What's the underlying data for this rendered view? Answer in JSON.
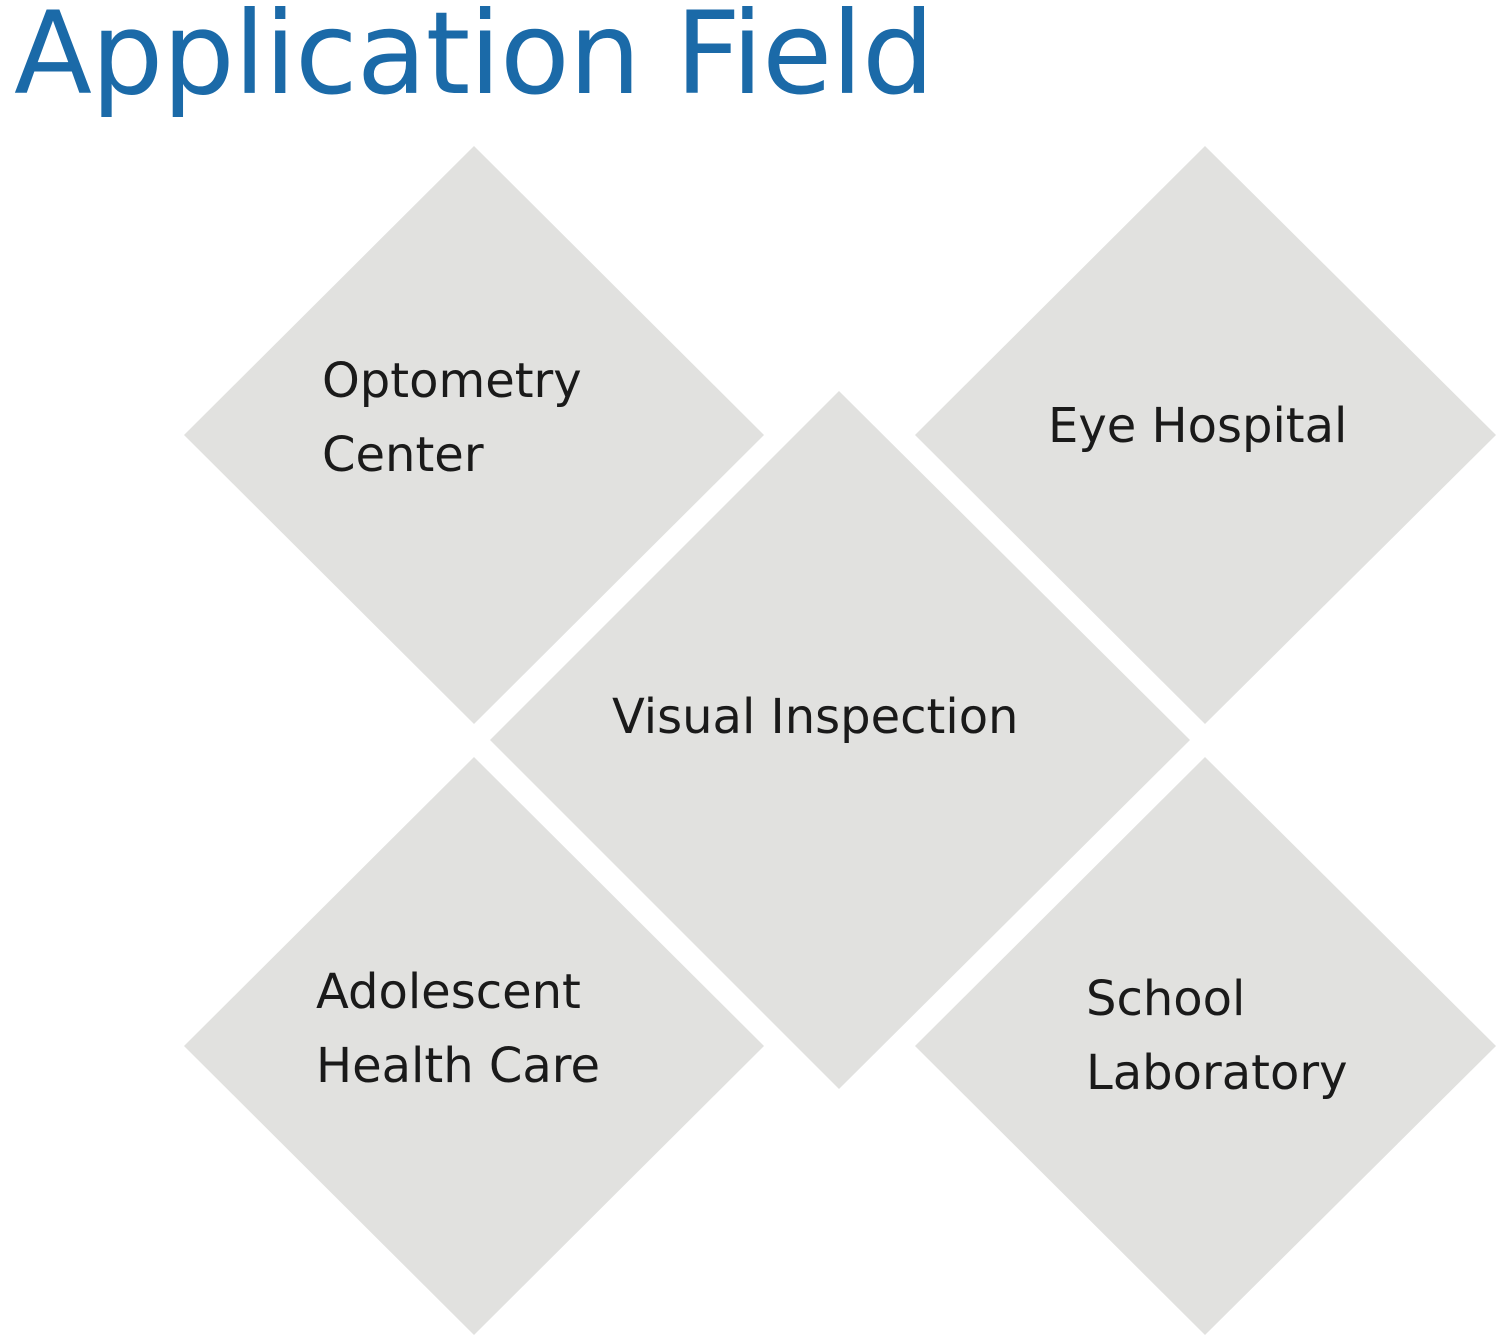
{
  "title": "Application Field",
  "colors": {
    "title": "#1b6aa8",
    "tile": "#e1e1df",
    "label": "#1a1a1a"
  },
  "tiles": [
    {
      "id": "optometry-center",
      "lines": [
        "Optometry",
        "Center"
      ]
    },
    {
      "id": "eye-hospital",
      "lines": [
        "Eye Hospital"
      ]
    },
    {
      "id": "visual-inspection",
      "lines": [
        "Visual Inspection"
      ]
    },
    {
      "id": "adolescent-health-care",
      "lines": [
        "Adolescent",
        "Health Care"
      ]
    },
    {
      "id": "school-laboratory",
      "lines": [
        "School",
        "Laboratory"
      ]
    }
  ]
}
